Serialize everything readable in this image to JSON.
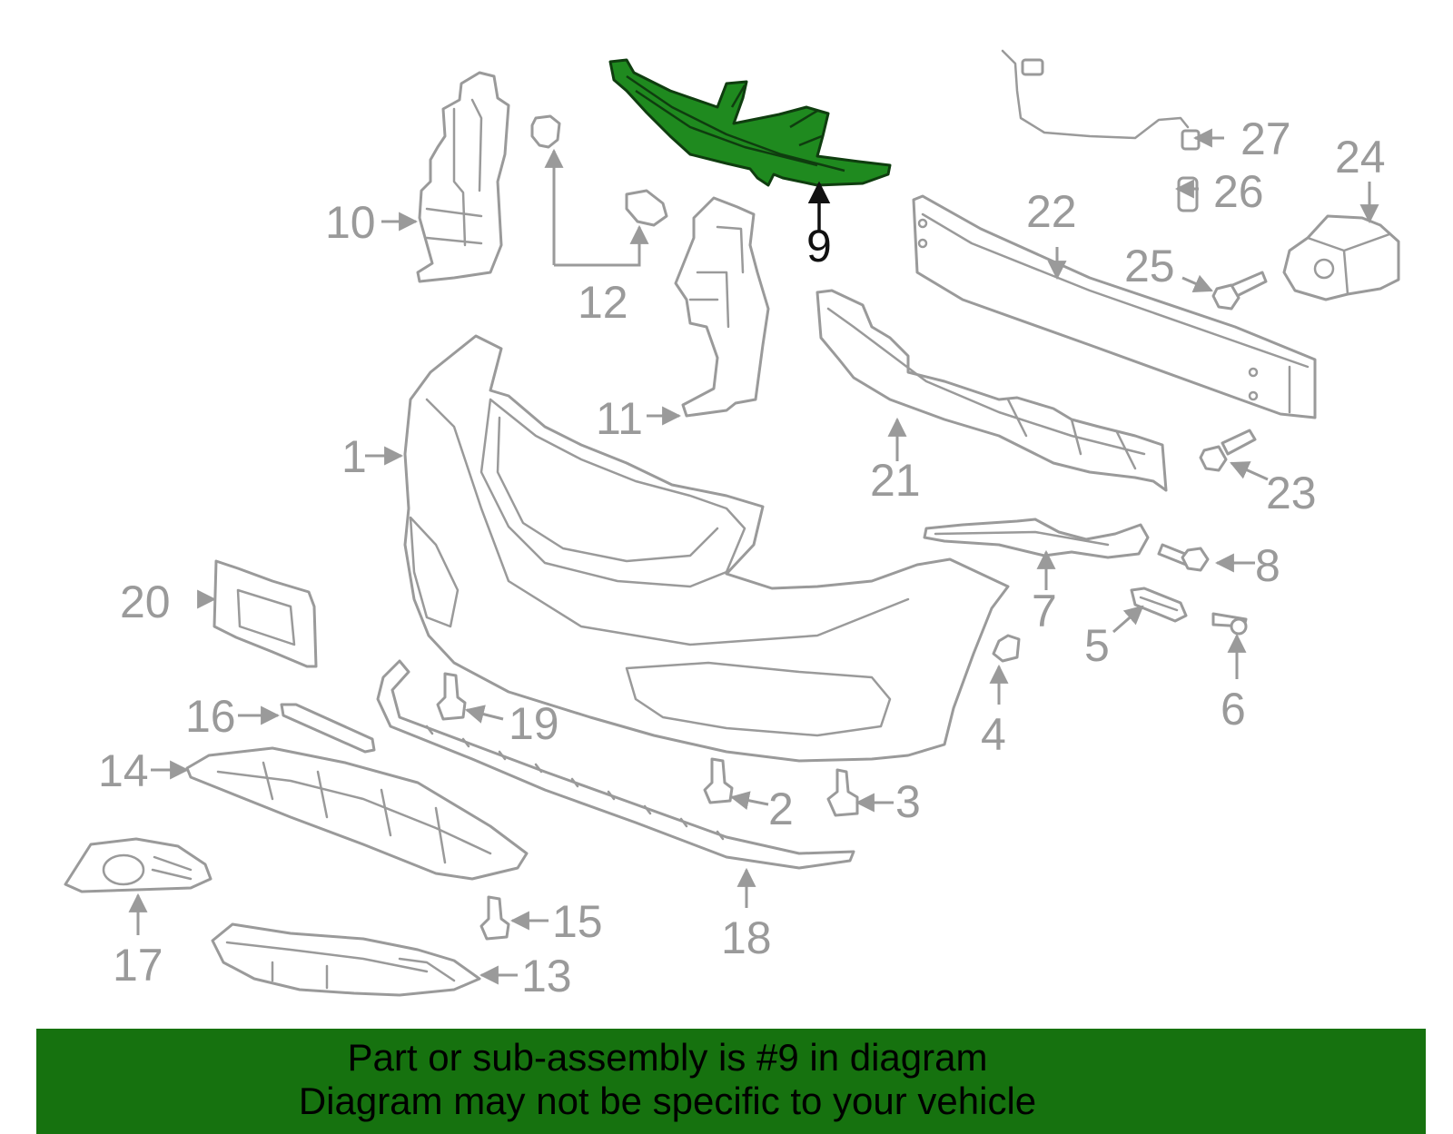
{
  "highlight_color": "#1f8a1f",
  "banner_color": "#16720f",
  "banner": {
    "line1": "Part or sub-assembly is #9 in diagram",
    "line2": "Diagram may not be specific to your vehicle"
  },
  "callouts": {
    "c1": "1",
    "c2": "2",
    "c3": "3",
    "c4": "4",
    "c5": "5",
    "c6": "6",
    "c7": "7",
    "c8": "8",
    "c9": "9",
    "c10": "10",
    "c11": "11",
    "c12": "12",
    "c13": "13",
    "c14": "14",
    "c15": "15",
    "c16": "16",
    "c17": "17",
    "c18": "18",
    "c19": "19",
    "c20": "20",
    "c21": "21",
    "c22": "22",
    "c23": "23",
    "c24": "24",
    "c25": "25",
    "c26": "26",
    "c27": "27"
  },
  "highlighted_part": "9"
}
